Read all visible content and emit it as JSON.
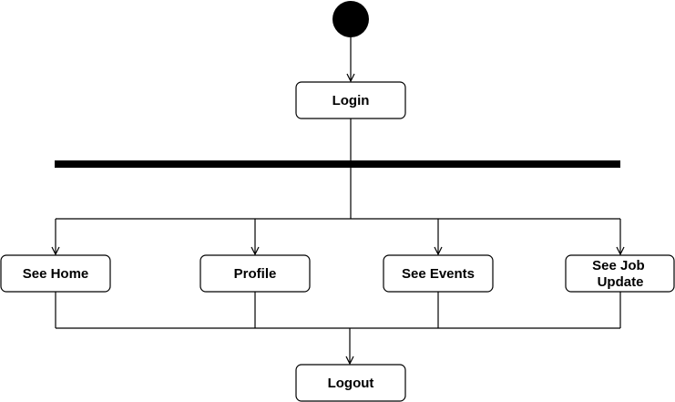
{
  "diagram": {
    "type": "uml-activity",
    "nodes": {
      "start": {
        "kind": "initial"
      },
      "login": {
        "label": "Login"
      },
      "fork": {
        "kind": "fork-bar"
      },
      "see_home": {
        "label": "See Home"
      },
      "profile": {
        "label": "Profile"
      },
      "see_events": {
        "label": "See Events"
      },
      "see_job_update": {
        "label_line1": "See Job",
        "label_line2": "Update"
      },
      "logout": {
        "label": "Logout"
      }
    },
    "edges": [
      {
        "from": "start",
        "to": "login",
        "arrow": true
      },
      {
        "from": "login",
        "to": "fork",
        "arrow": false
      },
      {
        "from": "fork",
        "to": "see_home",
        "arrow": true
      },
      {
        "from": "fork",
        "to": "profile",
        "arrow": true
      },
      {
        "from": "fork",
        "to": "see_events",
        "arrow": true
      },
      {
        "from": "fork",
        "to": "see_job_update",
        "arrow": true
      },
      {
        "from": "see_home",
        "to": "logout",
        "arrow": false
      },
      {
        "from": "profile",
        "to": "logout",
        "arrow": false
      },
      {
        "from": "see_events",
        "to": "logout",
        "arrow": false
      },
      {
        "from": "see_job_update",
        "to": "logout",
        "arrow": true
      }
    ],
    "colors": {
      "stroke": "#000000",
      "fill": "#ffffff",
      "text": "#000000"
    }
  }
}
